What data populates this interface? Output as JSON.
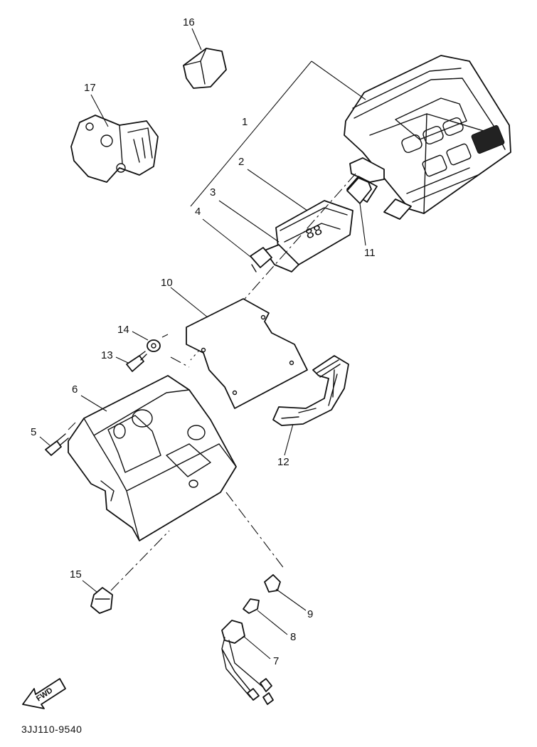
{
  "callouts": {
    "c1": "1",
    "c2": "2",
    "c3": "3",
    "c4": "4",
    "c5": "5",
    "c6": "6",
    "c7": "7",
    "c8": "8",
    "c9": "9",
    "c10": "10",
    "c11": "11",
    "c12": "12",
    "c13": "13",
    "c14": "14",
    "c15": "15",
    "c16": "16",
    "c17": "17"
  },
  "fwd_label": "FWD",
  "diagram_code": "3JJ110-9540",
  "icons": {
    "fwd": "fwd-arrow-icon"
  }
}
